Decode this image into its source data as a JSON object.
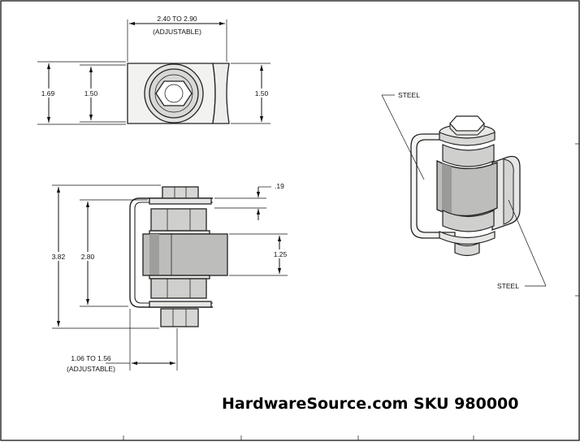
{
  "dimensions": {
    "top_width": "2.40 TO 2.90",
    "top_width_note": "(ADJUSTABLE)",
    "top_height_outer": "1.69",
    "top_height_inner": "1.50",
    "top_height_right": "1.50",
    "front_clearance": ".19",
    "front_height_outer": "3.82",
    "front_height_inner": "2.80",
    "front_sleeve": "1.25",
    "front_offset": "1.06 TO 1.56",
    "front_offset_note": "(ADJUSTABLE)"
  },
  "callouts": {
    "upper": "STEEL",
    "lower": "STEEL"
  },
  "footer": {
    "sku_text": "HardwareSource.com SKU 980000"
  },
  "colors": {
    "line": "#111111",
    "steel_fill": "#e8e8e6",
    "sleeve_fill": "#bdbdbb",
    "nut_fill": "#d6d6d4",
    "border": "#000000"
  }
}
